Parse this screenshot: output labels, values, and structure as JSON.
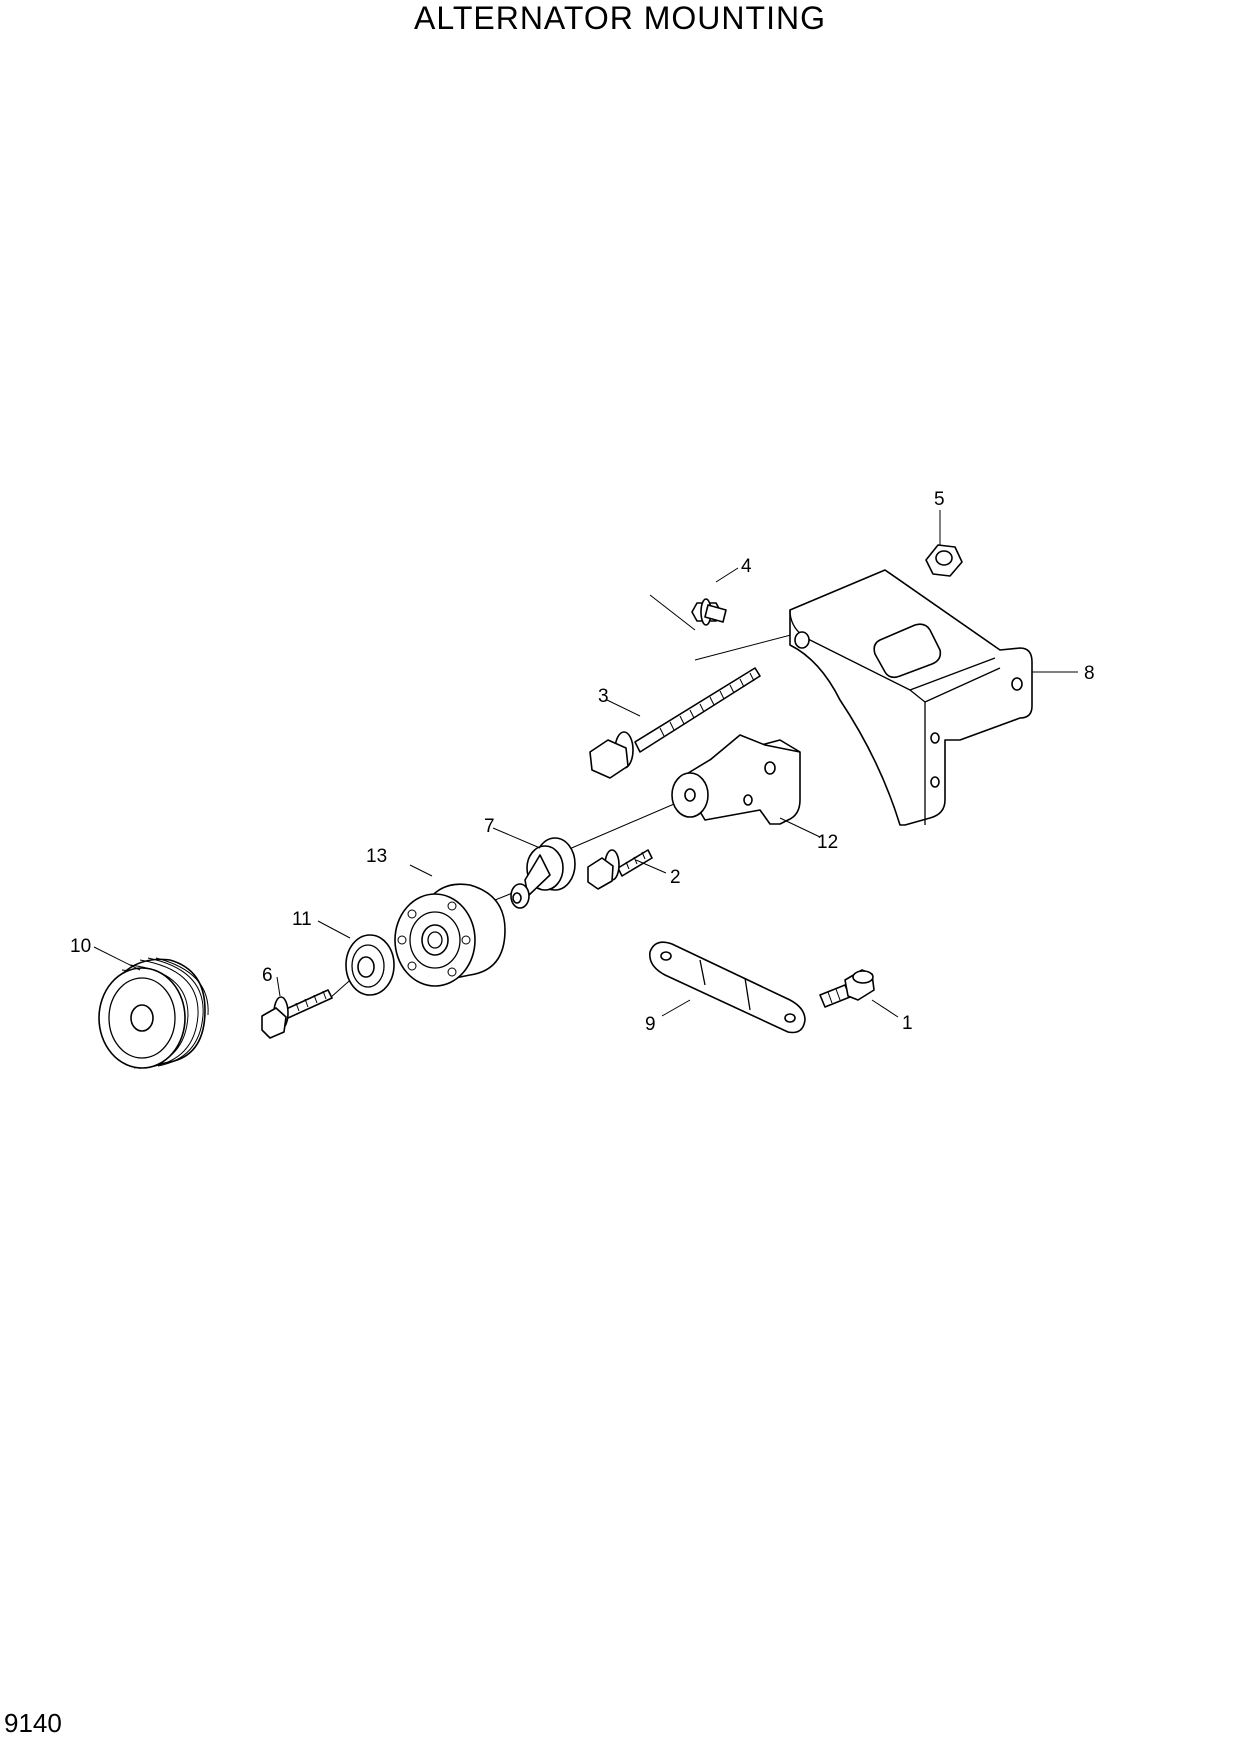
{
  "title": "ALTERNATOR MOUNTING",
  "page_number": "9140",
  "callouts": {
    "c1": "1",
    "c2": "2",
    "c3": "3",
    "c4": "4",
    "c5": "5",
    "c6": "6",
    "c7": "7",
    "c8": "8",
    "c9": "9",
    "c10": "10",
    "c11": "11",
    "c12": "12",
    "c13": "13"
  }
}
